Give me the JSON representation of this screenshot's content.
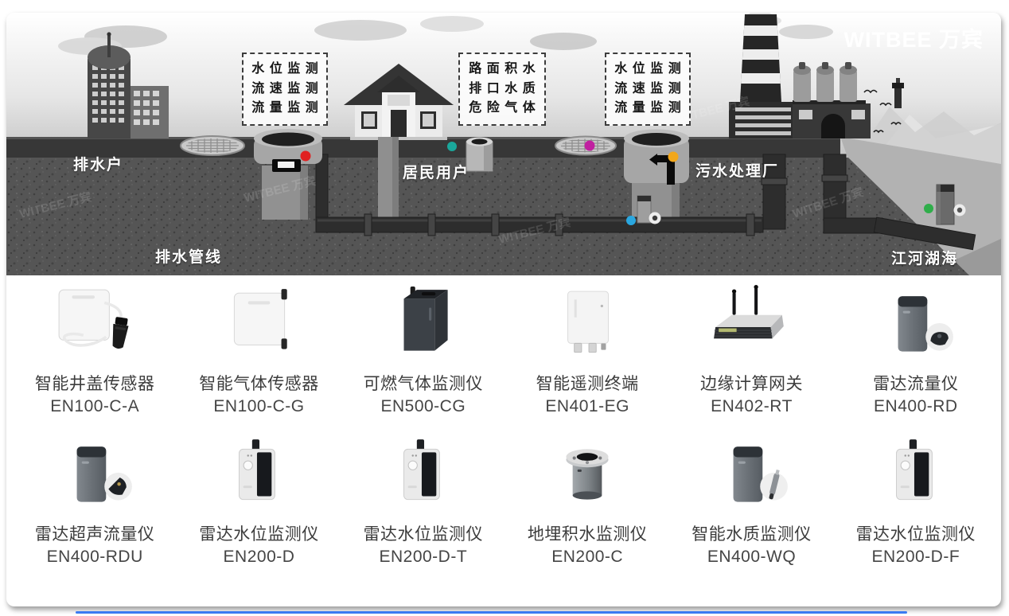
{
  "logo": {
    "text": "WITBEE 万宾"
  },
  "scene": {
    "annotation_boxes": [
      {
        "lines": [
          "水位监测",
          "流速监测",
          "流量监测"
        ]
      },
      {
        "lines": [
          "路面积水",
          "排口水质",
          "危险气体"
        ]
      },
      {
        "lines": [
          "水位监测",
          "流速监测",
          "流量监测"
        ]
      }
    ],
    "ground_labels": {
      "drainage_user": "排水户",
      "residents": "居民用户",
      "sewage_plant": "污水处理厂",
      "drainage_pipeline": "排水管线",
      "rivers_lakes_seas": "江河湖海"
    },
    "watermark": "WITBEE 万宾",
    "dot_colors": {
      "red": "#e02121",
      "teal": "#1aa79b",
      "magenta": "#c021a0",
      "yellow": "#f2a71c",
      "blue": "#2aa7e0",
      "green": "#2fae4a"
    }
  },
  "products": [
    {
      "name": "智能井盖传感器",
      "model": "EN100-C-A"
    },
    {
      "name": "智能气体传感器",
      "model": "EN100-C-G"
    },
    {
      "name": "可燃气体监测仪",
      "model": "EN500-CG"
    },
    {
      "name": "智能遥测终端",
      "model": "EN401-EG"
    },
    {
      "name": "边缘计算网关",
      "model": "EN402-RT"
    },
    {
      "name": "雷达流量仪",
      "model": "EN400-RD"
    },
    {
      "name": "雷达超声流量仪",
      "model": "EN400-RDU"
    },
    {
      "name": "雷达水位监测仪",
      "model": "EN200-D"
    },
    {
      "name": "雷达水位监测仪",
      "model": "EN200-D-T"
    },
    {
      "name": "地埋积水监测仪",
      "model": "EN200-C"
    },
    {
      "name": "智能水质监测仪",
      "model": "EN400-WQ"
    },
    {
      "name": "雷达水位监测仪",
      "model": "EN200-D-F"
    }
  ],
  "footer": {
    "accent_color": "#3a7bf2",
    "css": "background:#3a7bf2"
  }
}
